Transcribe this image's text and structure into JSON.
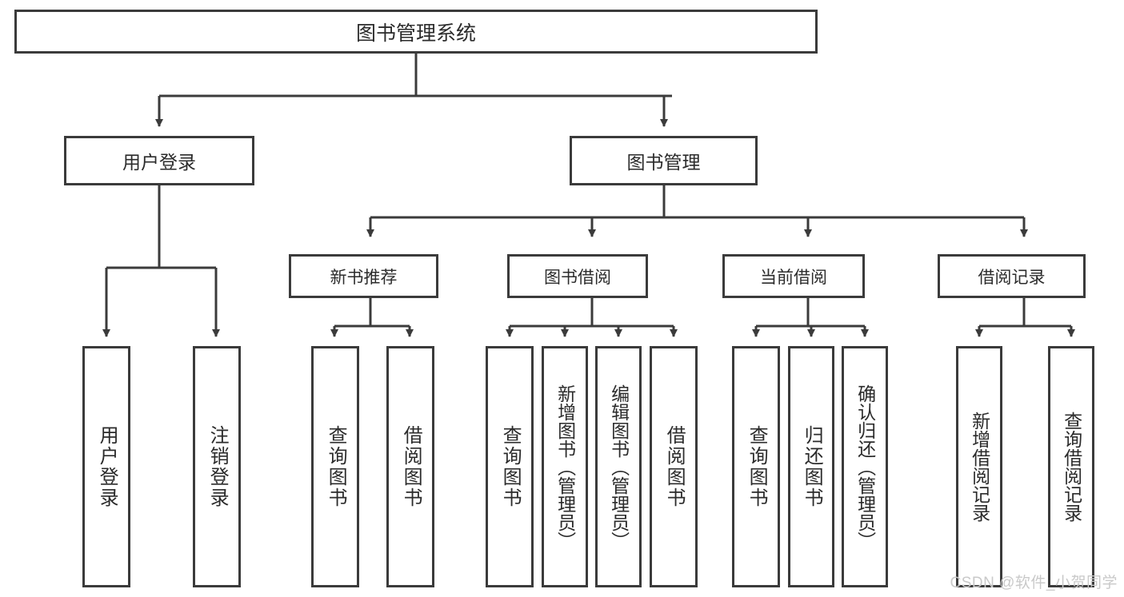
{
  "diagram": {
    "title": "图书管理系统",
    "type": "tree",
    "root": {
      "label": "图书管理系统"
    },
    "level1": [
      {
        "label": "用户登录"
      },
      {
        "label": "图书管理"
      }
    ],
    "level2": [
      {
        "label": "新书推荐"
      },
      {
        "label": "图书借阅"
      },
      {
        "label": "当前借阅"
      },
      {
        "label": "借阅记录"
      }
    ],
    "leaves": {
      "user_login": [
        {
          "label": "用户登录"
        },
        {
          "label": "注销登录"
        }
      ],
      "new_book_recommend": [
        {
          "label": "查询图书"
        },
        {
          "label": "借阅图书"
        }
      ],
      "book_borrow": [
        {
          "label": "查询图书"
        },
        {
          "label": "新增图书（管理员）"
        },
        {
          "label": "编辑图书（管理员）"
        },
        {
          "label": "借阅图书"
        }
      ],
      "current_borrow": [
        {
          "label": "查询图书"
        },
        {
          "label": "归还图书"
        },
        {
          "label": "确认归还（管理员）"
        }
      ],
      "borrow_records": [
        {
          "label": "新增借阅记录"
        },
        {
          "label": "查询借阅记录"
        }
      ]
    }
  },
  "watermark": {
    "text": "CSDN @软件_小贺同学"
  },
  "colors": {
    "stroke": "#3b3b3b",
    "text": "#2b2b2b",
    "background": "#ffffff",
    "watermark": "#c9c9c9"
  }
}
